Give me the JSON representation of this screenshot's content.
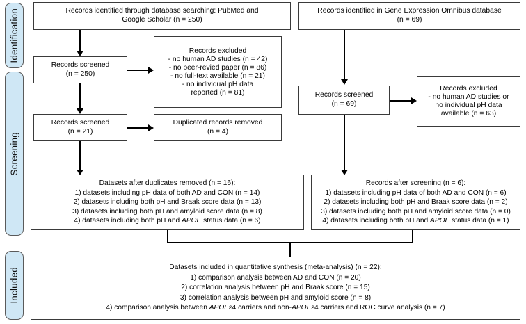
{
  "figure": {
    "type": "prisma-flow-diagram",
    "title": "PRISMA flow diagram",
    "colors": {
      "stage_pill_fill": "#cfe7f5",
      "stage_pill_border": "#5a5a5a",
      "node_border": "#3a3a3a",
      "connector": "#000000",
      "background": "#ffffff"
    }
  },
  "stages": [
    {
      "id": "identification",
      "label": "Identification"
    },
    {
      "id": "screening",
      "label": "Screening"
    },
    {
      "id": "included",
      "label": "Included"
    }
  ],
  "nodes": {
    "left_source": {
      "name": "records-identified-databases",
      "lines": [
        "Records identified through database searching: PubMed and",
        "Google Scholar (n =  250)"
      ]
    },
    "right_source": {
      "name": "records-identified-geo",
      "lines": [
        "Records identified in Gene Expression Omnibus database",
        "(n =  69)"
      ]
    },
    "left_screened_250": {
      "name": "records-screened-250",
      "lines": [
        "Records screened",
        "(n = 250)"
      ]
    },
    "left_excluded": {
      "name": "records-excluded-left",
      "lines": [
        "Records excluded",
        "- no human AD studies (n = 42)",
        "- no peer-revied paper (n = 86)",
        "- no full-text available (n = 21)",
        "- no individual pH data",
        "reported (n = 81)"
      ]
    },
    "left_screened_21": {
      "name": "records-screened-21",
      "lines": [
        "Records screened",
        "(n = 21)"
      ]
    },
    "duplicates_removed": {
      "name": "duplicated-records-removed",
      "lines": [
        "Duplicated records removed",
        "(n = 4)"
      ]
    },
    "right_screened_69": {
      "name": "records-screened-69",
      "lines": [
        "Records screened",
        "(n = 69)"
      ]
    },
    "right_excluded": {
      "name": "records-excluded-right",
      "lines": [
        "Records excluded",
        "- no human AD studies or",
        "no individual pH data",
        "available (n = 63)"
      ]
    },
    "left_datasets": {
      "name": "datasets-after-duplicates-removed",
      "lines": [
        "Datasets after duplicates removed (n = 16):",
        "1) datasets including pH data of both AD and CON (n = 14)",
        "2) datasets including both pH and Braak score data (n = 13)",
        "3) datasets including both pH and amyloid score data (n = 8)",
        "4) datasets including both pH and APOE status data (n = 6)"
      ],
      "italic_token": "APOE"
    },
    "right_datasets": {
      "name": "records-after-screening",
      "lines": [
        "Records after screening (n = 6):",
        "1) datasets including pH data of both AD and CON (n = 6)",
        "2) datasets including both pH and Braak score data (n = 2)",
        "3) datasets including both pH and amyloid score data (n = 0)",
        "4) datasets including both pH and APOE status data (n = 1)"
      ],
      "italic_token": "APOE"
    },
    "included_datasets": {
      "name": "datasets-included-quantitative-synthesis",
      "lines": [
        "Datasets included in quantitative synthesis (meta-analysis) (n = 22):",
        "1) comparison analysis between AD and CON (n = 20)",
        "2) correlation analysis between pH and Braak score (n = 15)",
        "3) correlation analysis between pH and amyloid score (n = 8)",
        "4) comparison analysis between APOEε4 carriers and non-APOEε4 carriers and ROC curve analysis (n = 7)"
      ],
      "italic_token": "APOE"
    }
  }
}
